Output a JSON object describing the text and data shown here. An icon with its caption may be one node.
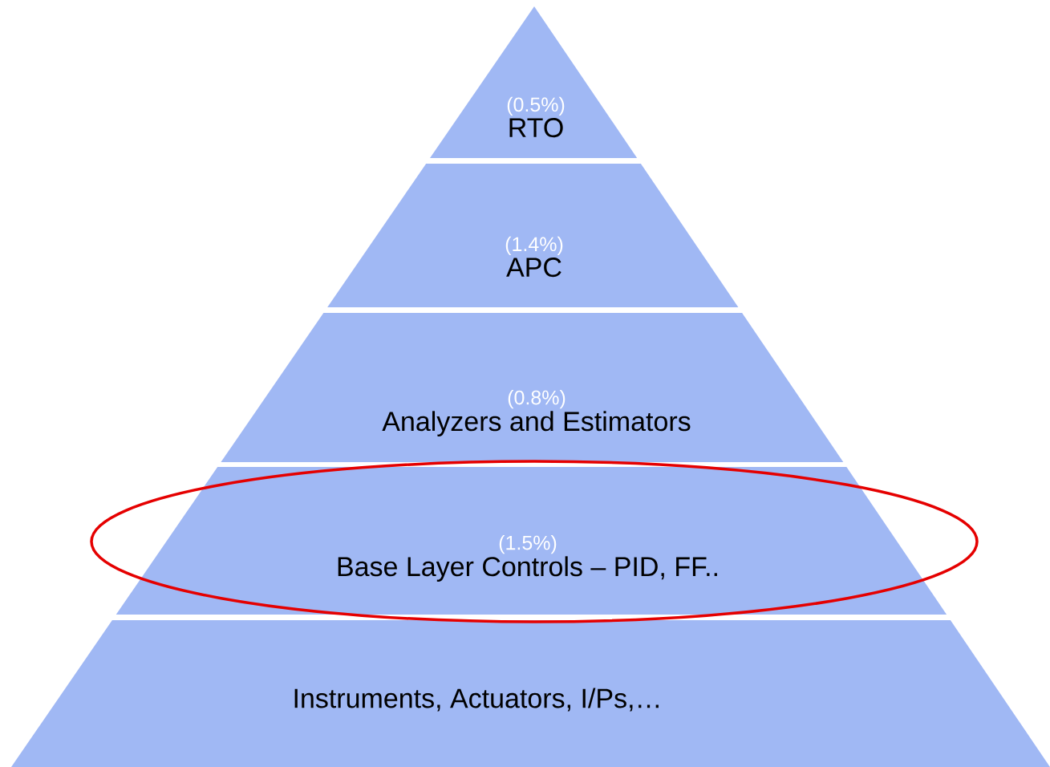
{
  "diagram": {
    "nodes": [
      {
        "text": [
          "(0.5%)",
          "RTO"
        ]
      },
      {
        "text": [
          "(1.4%)",
          "APC"
        ]
      },
      {
        "text": [
          "(0.8%)",
          "Analyzers and Estimators"
        ]
      },
      {
        "text": [
          "(1.5%)",
          "Base Layer Controls – PID, FF.."
        ]
      },
      {
        "text": [
          "Instruments, Actuators, I/Ps,…"
        ]
      }
    ]
  }
}
